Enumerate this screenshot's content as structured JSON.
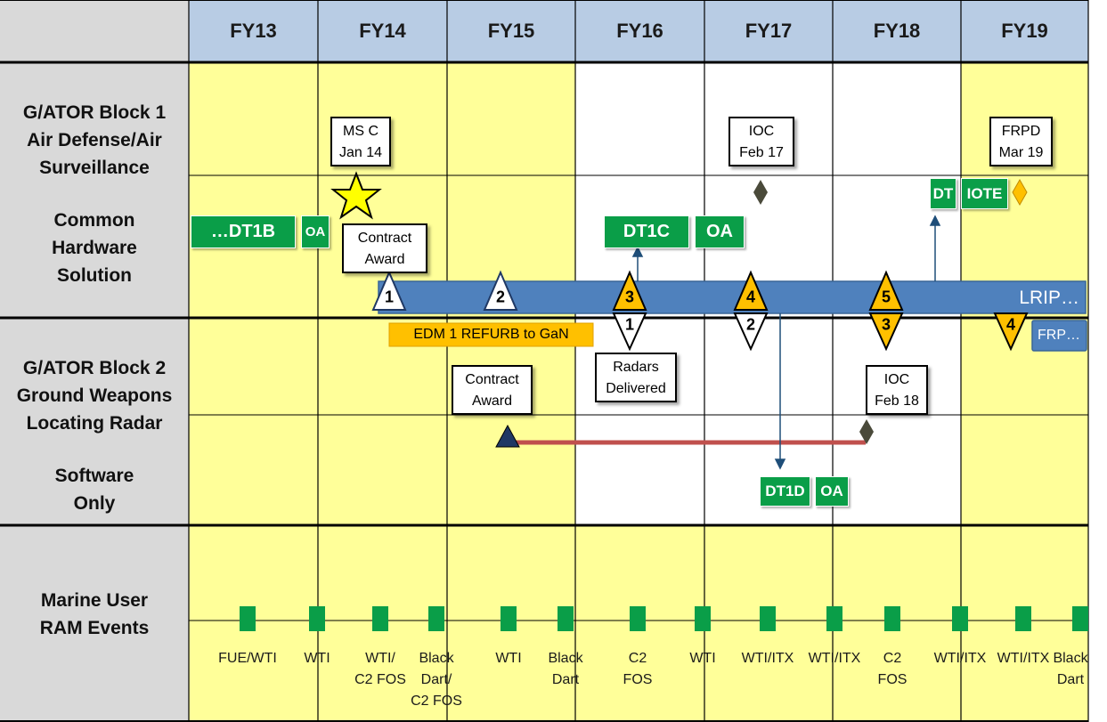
{
  "columns": {
    "fiscal_years": [
      "FY13",
      "FY14",
      "FY15",
      "FY16",
      "FY17",
      "FY18",
      "FY19"
    ]
  },
  "rows": {
    "block1_label": "G/ATOR Block  1\nAir Defense/Air\nSurveillance",
    "block1_sub_label": "Common\nHardware\nSolution",
    "block2_label": "G/ATOR Block  2\nGround Weapons\nLocating Radar",
    "block2_sub_label": "Software\nOnly",
    "ram_label": "Marine User\nRAM Events"
  },
  "callouts": {
    "ms_c": "MS C\nJan 14",
    "ioc_feb17": "IOC\nFeb 17",
    "frpd": "FRPD\nMar 19",
    "contract_award_1": "Contract\nAward",
    "contract_award_2": "Contract\nAward",
    "radars_delivered": "Radars\nDelivered",
    "ioc_feb18": "IOC\nFeb 18"
  },
  "test_events": {
    "dt1b": "…DT1B",
    "oa_fy13": "OA",
    "dt1c": "DT1C",
    "oa_fy16": "OA",
    "dt": "DT",
    "iote": "IOTE",
    "dt1d": "DT1D",
    "oa_fy17": "OA"
  },
  "bars": {
    "lrip": "LRIP…",
    "frp": "FRP…",
    "edm_refurb": "EDM 1 REFURB to GaN"
  },
  "milestones": {
    "lrip_upper": [
      "1",
      "2",
      "3",
      "4",
      "5"
    ],
    "lower": [
      "1",
      "2",
      "3",
      "4"
    ]
  },
  "ram_events": [
    "FUE/WTI",
    "WTI",
    "WTI/\nC2 FOS",
    "Black\nDart/\nC2 FOS",
    "WTI",
    "Black\nDart",
    "C2\nFOS",
    "WTI",
    "WTI/ITX",
    "WTI/ITX",
    "C2\nFOS",
    "WTI/ITX",
    "WTI/ITX",
    "Black\nDart"
  ],
  "colors": {
    "header_blue": "#b8cce4",
    "label_gray": "#d9d9d9",
    "cell_yellow": "#ffff99",
    "event_green": "#0a9e48",
    "lrip_blue": "#4f81bd",
    "milestone_orange": "#ffc000",
    "refurb_orange": "#ffc000",
    "block2_line_red": "#c0504d",
    "arrow_blue": "#1f4e79",
    "diamond_dark": "#4a4a3a"
  }
}
